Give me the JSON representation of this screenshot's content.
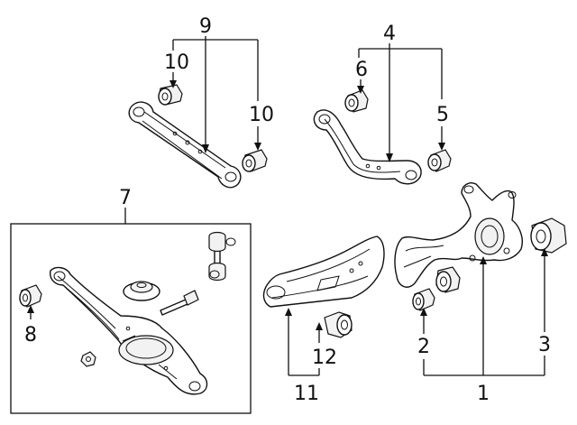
{
  "diagram": {
    "callouts": {
      "c1": "1",
      "c2": "2",
      "c3": "3",
      "c4": "4",
      "c5": "5",
      "c6": "6",
      "c7": "7",
      "c8": "8",
      "c9": "9",
      "c10a": "10",
      "c10b": "10",
      "c11": "11",
      "c12": "12"
    }
  }
}
